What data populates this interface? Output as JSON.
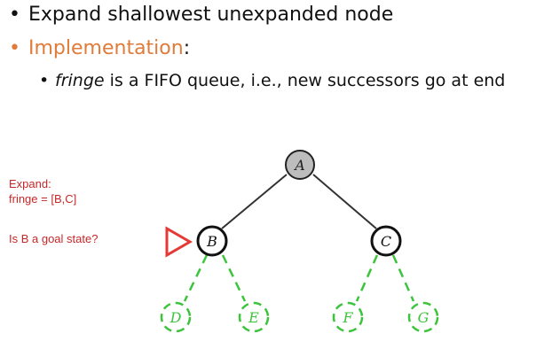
{
  "bullets": {
    "b1": "Expand shallowest unexpanded node",
    "b2_title": "Implementation",
    "b2_suffix": ":",
    "b3_italic": "fringe",
    "b3_rest": " is a FIFO queue, i.e., new successors go at end"
  },
  "side_notes": {
    "expand": "Expand:",
    "fringe": "fringe = [B,C]",
    "question": "Is B a goal state?"
  },
  "tree": {
    "nodes": [
      {
        "id": "A",
        "label": "A",
        "state": "expanded"
      },
      {
        "id": "B",
        "label": "B",
        "state": "current"
      },
      {
        "id": "C",
        "label": "C",
        "state": "fringe"
      },
      {
        "id": "D",
        "label": "D",
        "state": "unexplored"
      },
      {
        "id": "E",
        "label": "E",
        "state": "unexplored"
      },
      {
        "id": "F",
        "label": "F",
        "state": "unexplored"
      },
      {
        "id": "G",
        "label": "G",
        "state": "unexplored"
      }
    ],
    "colors": {
      "expanded_fill": "#bdbdbd",
      "edge_solid": "#333333",
      "edge_dashed": "#3cc43c",
      "pointer": "#e53935"
    }
  }
}
